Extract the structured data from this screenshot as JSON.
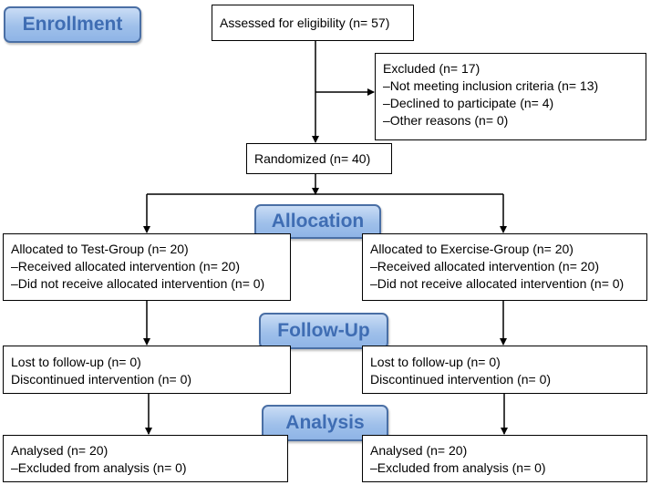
{
  "stages": {
    "enrollment": "Enrollment",
    "allocation": "Allocation",
    "follow_up": "Follow-Up",
    "analysis": "Analysis"
  },
  "assessed": "Assessed for eligibility (n= 57)",
  "excluded": {
    "title": "Excluded  (n= 17)",
    "items": [
      "–Not meeting inclusion criteria (n= 13)",
      "–Declined to participate (n= 4)",
      "–Other reasons (n= 0)"
    ]
  },
  "randomized": "Randomized (n= 40)",
  "allocation": {
    "left": {
      "title": "Allocated to Test-Group (n= 20)",
      "items": [
        "–Received allocated intervention (n= 20)",
        "–Did not receive allocated intervention (n= 0)"
      ]
    },
    "right": {
      "title": "Allocated to Exercise-Group (n= 20)",
      "items": [
        "–Received allocated intervention (n= 20)",
        "–Did not receive allocated intervention (n= 0)"
      ]
    }
  },
  "follow_up": {
    "left": [
      "Lost to follow-up (n= 0)",
      "Discontinued intervention (n= 0)"
    ],
    "right": [
      "Lost to follow-up (n= 0)",
      "Discontinued intervention (n= 0)"
    ]
  },
  "analysis": {
    "left": [
      "Analysed (n= 20)",
      "–Excluded from analysis (n= 0)"
    ],
    "right": [
      "Analysed (n= 20)",
      "–Excluded from analysis (n= 0)"
    ]
  }
}
